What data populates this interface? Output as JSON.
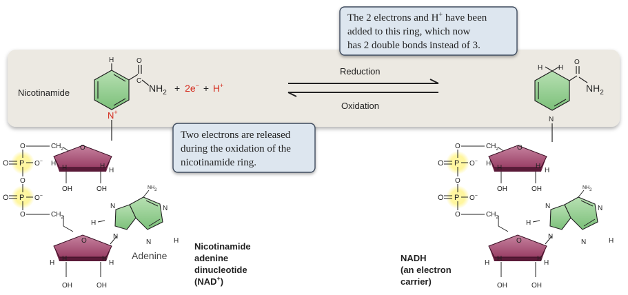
{
  "callouts": {
    "top": [
      "The 2 electrons and H",
      "+",
      " have been",
      "added to this ring, which now",
      "has 2 double bonds instead of 3."
    ],
    "middle": [
      "Two electrons are released",
      "during the oxidation of the",
      "nicotinamide ring."
    ]
  },
  "reaction": {
    "nicotinamide_label": "Nicotinamide",
    "forward_label": "Reduction",
    "reverse_label": "Oxidation",
    "amide_left": "C",
    "nh2_left": "NH",
    "nh2_sub": "2",
    "plus1": "+",
    "electrons": "2e",
    "electrons_sup": "−",
    "plus2": "+",
    "proton": "H",
    "proton_sup": "+",
    "ring_n_plus": "N",
    "ring_n_plus_sup": "+",
    "ring_n": "N"
  },
  "atoms": {
    "H": "H",
    "O": "O",
    "N": "N",
    "C": "C",
    "P": "P",
    "OH": "OH",
    "CH2": "CH",
    "sub2": "2",
    "Ominus": "O",
    "minus": "−",
    "NH2": "NH",
    "NH2_sub": "2"
  },
  "labels": {
    "adenine": "Adenine",
    "nad_lines": [
      "Nicotinamide",
      "adenine",
      "dinucleotide",
      "(NAD",
      "+",
      ")"
    ],
    "nadh_lines": [
      "NADH",
      "(an electron",
      "carrier)"
    ]
  },
  "colors": {
    "band": "#ece9e2",
    "callout_fill": "#dde6ef",
    "callout_stroke": "#3c4a5c",
    "ring_green": "#8cc98a",
    "ring_green_dark": "#2e7d3a",
    "sugar_top": "#a14a6e",
    "sugar_side": "#6d2545",
    "phosphate_glow": "#fff3a0",
    "red": "#d42a1c"
  }
}
